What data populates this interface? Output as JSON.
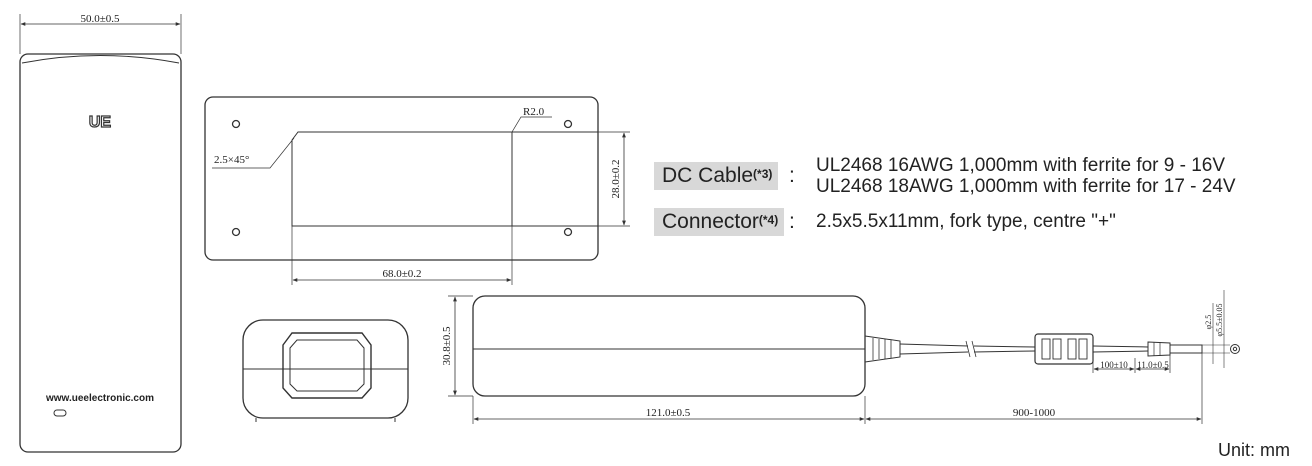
{
  "dimensions": {
    "front_width": "50.0±0.5",
    "corner_radius": "R2.0",
    "chamfer": "2.5×45°",
    "label_height": "28.0±0.2",
    "label_width": "68.0±0.2",
    "side_height": "30.8±0.5",
    "body_length": "121.0±0.5",
    "cable_length": "900-1000",
    "ferrite_position": "100±10",
    "plug_length": "11.0±0.5",
    "plug_inner_dia": "φ2.5",
    "plug_outer_dia": "φ5.5±0.05"
  },
  "branding": {
    "logo": "UE",
    "website": "www.ueelectronic.com"
  },
  "specs": {
    "dc_cable": {
      "label": "DC Cable",
      "note": "(*3)",
      "colon": ":",
      "lines": [
        "UL2468 16AWG 1,000mm with ferrite for 9 - 16V",
        "UL2468 18AWG 1,000mm with ferrite for 17 - 24V"
      ]
    },
    "connector": {
      "label": "Connector",
      "note": "(*4)",
      "colon": ":",
      "value": "2.5x5.5x11mm, fork type, centre \"+\""
    }
  },
  "unit": "Unit: mm",
  "colors": {
    "line": "#333333",
    "label_bg": "#d8d8d8"
  }
}
